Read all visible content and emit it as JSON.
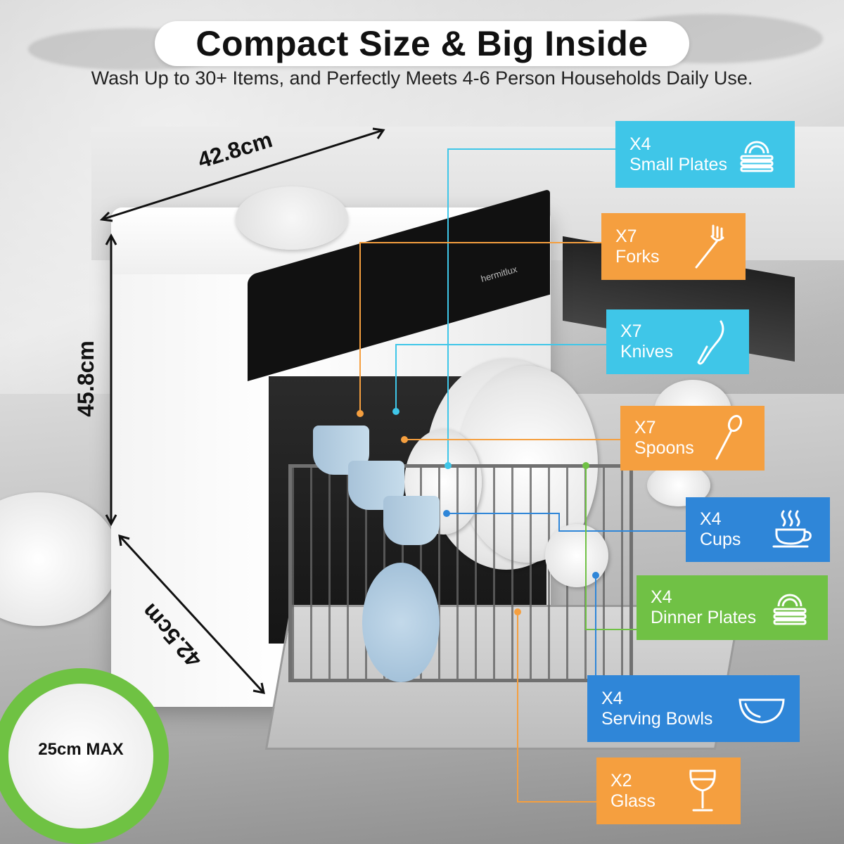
{
  "header": {
    "title": "Compact Size & Big Inside",
    "subtitle": "Wash Up to 30+ Items, and Perfectly Meets 4-6 Person Households Daily Use."
  },
  "dimensions": {
    "width": "42.8cm",
    "height": "45.8cm",
    "depth": "42.5cm",
    "max_plate": "25cm MAX"
  },
  "product": {
    "brand": "hermitlux"
  },
  "callouts": [
    {
      "count": "X4",
      "item": "Small Plates",
      "color": "#3fc6e8",
      "icon": "plates-stack-icon"
    },
    {
      "count": "X7",
      "item": "Forks",
      "color": "#f59f3f",
      "icon": "fork-icon"
    },
    {
      "count": "X7",
      "item": "Knives",
      "color": "#3fc6e8",
      "icon": "knife-icon"
    },
    {
      "count": "X7",
      "item": "Spoons",
      "color": "#f59f3f",
      "icon": "spoon-icon"
    },
    {
      "count": "X4",
      "item": "Cups",
      "color": "#2f86d8",
      "icon": "cup-icon"
    },
    {
      "count": "X4",
      "item": "Dinner Plates",
      "color": "#70c145",
      "icon": "plates-stack-icon"
    },
    {
      "count": "X4",
      "item": "Serving Bowls",
      "color": "#2f86d8",
      "icon": "bowl-icon"
    },
    {
      "count": "X2",
      "item": "Glass",
      "color": "#f59f3f",
      "icon": "wine-glass-icon"
    }
  ]
}
